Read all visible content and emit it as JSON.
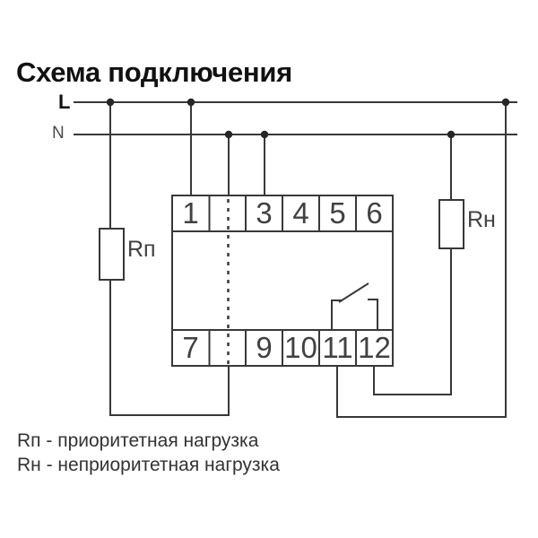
{
  "title": "Схема подключения",
  "power_lines": {
    "live_label": "L",
    "neutral_label": "N"
  },
  "device": {
    "top_terminals": [
      "1",
      "",
      "3",
      "4",
      "5",
      "6"
    ],
    "bottom_terminals": [
      "7",
      "",
      "9",
      "10",
      "11",
      "12"
    ]
  },
  "loads": {
    "priority_label": "Rп",
    "non_priority_label": "Rн"
  },
  "legend": {
    "line1": "Rп - приоритетная нагрузка",
    "line2": "Rн - неприоритетная нагрузка"
  },
  "colors": {
    "bg": "#ffffff",
    "line": "#383838",
    "dot": "#262626",
    "title": "#111111",
    "text": "#414141",
    "label_n": "#4a4a4a",
    "legend": "#333333"
  }
}
